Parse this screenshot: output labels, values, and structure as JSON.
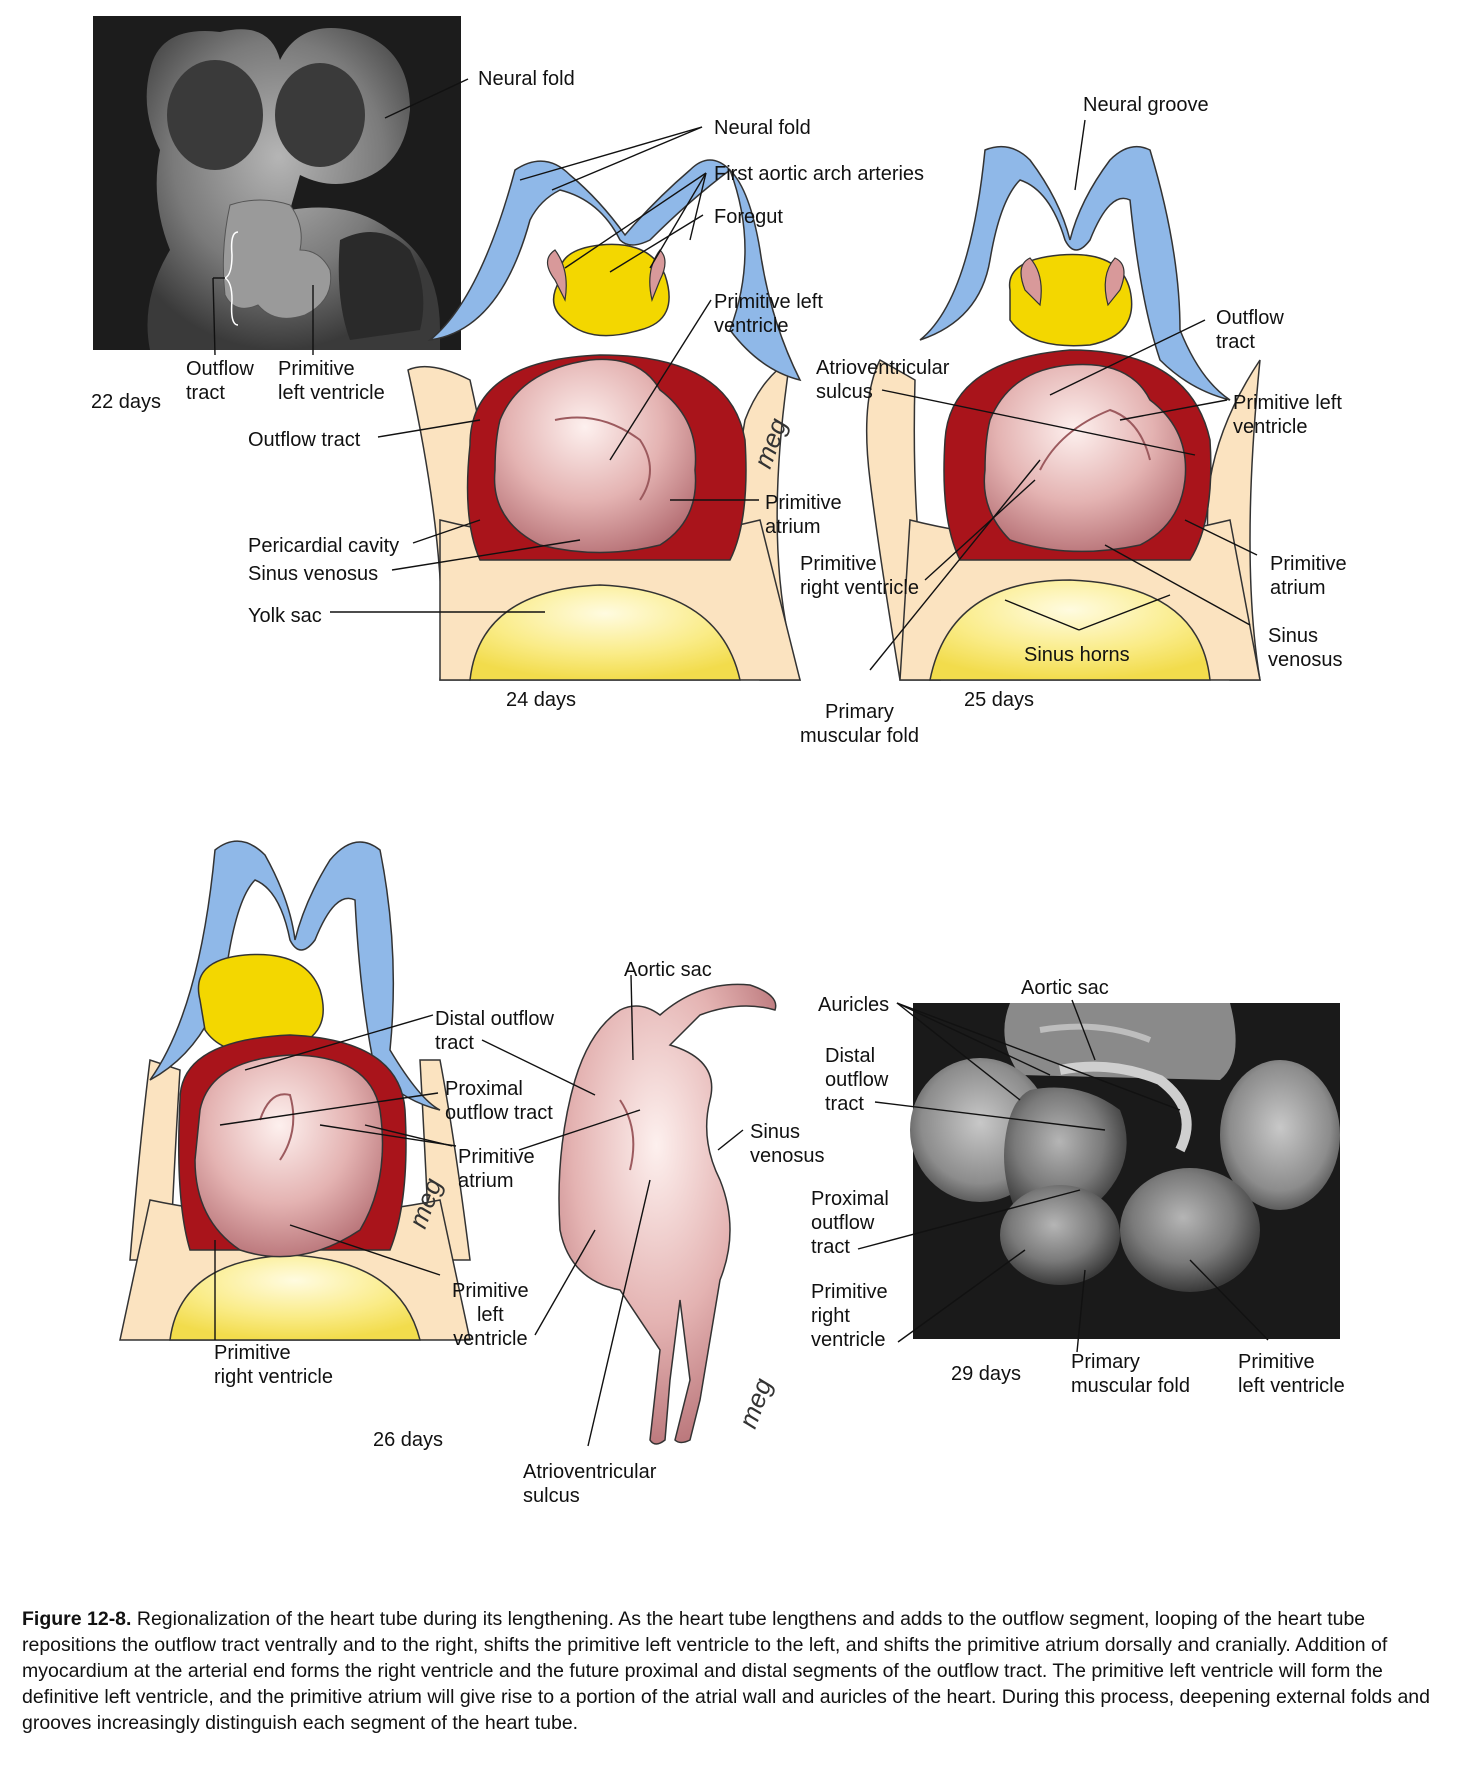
{
  "figure": {
    "number": "Figure 12-8.",
    "caption": "Regionalization of the heart tube during its lengthening. As the heart tube lengthens and adds to the outflow segment, looping of the heart tube repositions the outflow tract ventrally and to the right, shifts the primitive left ventricle to the left, and shifts the primitive atrium dorsally and cranially. Addition of myocardium at the arterial end forms the right ventricle and the future proximal and distal segments of the outflow tract. The primitive left ventricle will form the definitive left ventricle, and the primitive atrium will give rise to a portion of the atrial wall and auricles of the heart. During this process, deepening external folds and grooves increasingly distinguish each segment of the heart tube."
  },
  "panels": {
    "day22": {
      "age": "22 days",
      "labels": {
        "neural_fold": "Neural fold",
        "outflow_tract": "Outflow\ntract",
        "primitive_left_ventricle": "Primitive\nleft ventricle"
      }
    },
    "day24": {
      "age": "24 days",
      "labels": {
        "neural_fold": "Neural fold",
        "first_aortic_arch_arteries": "First aortic arch arteries",
        "foregut": "Foregut",
        "primitive_left_ventricle": "Primitive left\nventricle",
        "outflow_tract": "Outflow tract",
        "primitive_atrium": "Primitive\natrium",
        "pericardial_cavity": "Pericardial cavity",
        "sinus_venosus": "Sinus venosus",
        "yolk_sac": "Yolk sac"
      }
    },
    "day25": {
      "age": "25 days",
      "labels": {
        "neural_groove": "Neural groove",
        "outflow_tract": "Outflow\ntract",
        "atrioventricular_sulcus": "Atrioventricular\nsulcus",
        "primitive_left_ventricle": "Primitive left\nventricle",
        "primitive_right_ventricle": "Primitive\nright ventricle",
        "primitive_atrium": "Primitive\natrium",
        "sinus_venosus": "Sinus\nvenosus",
        "sinus_horns": "Sinus horns",
        "primary_muscular_fold": "Primary\nmuscular fold"
      }
    },
    "day26": {
      "age": "26 days",
      "labels": {
        "distal_outflow_tract": "Distal outflow\ntract",
        "proximal_outflow_tract": "Proximal\noutflow tract",
        "primitive_atrium": "Primitive\natrium",
        "primitive_left_ventricle": "Primitive\nleft\nventricle",
        "primitive_right_ventricle": "Primitive\nright ventricle",
        "aortic_sac": "Aortic sac",
        "sinus_venosus": "Sinus\nvenosus",
        "atrioventricular_sulcus": "Atrioventricular\nsulcus"
      }
    },
    "day29": {
      "age": "29 days",
      "labels": {
        "aortic_sac": "Aortic sac",
        "auricles": "Auricles",
        "distal_outflow_tract": "Distal\noutflow\ntract",
        "proximal_outflow_tract": "Proximal\noutflow\ntract",
        "primitive_right_ventricle": "Primitive\nright\nventricle",
        "primary_muscular_fold": "Primary\nmuscular fold",
        "primitive_left_ventricle": "Primitive\nleft ventricle"
      }
    }
  },
  "signature": "meg",
  "colors": {
    "neural_tube": "#8fb8e8",
    "foregut": "#f3d700",
    "yolk_sac": "#f7e66a",
    "body_wall": "#fbe3c0",
    "heart": "#c98285",
    "heart_highlight": "#fbecea",
    "pericardial": "#a9141b",
    "sem_dark": "#1a1a1a",
    "sem_gray": "#8a8a8a"
  }
}
